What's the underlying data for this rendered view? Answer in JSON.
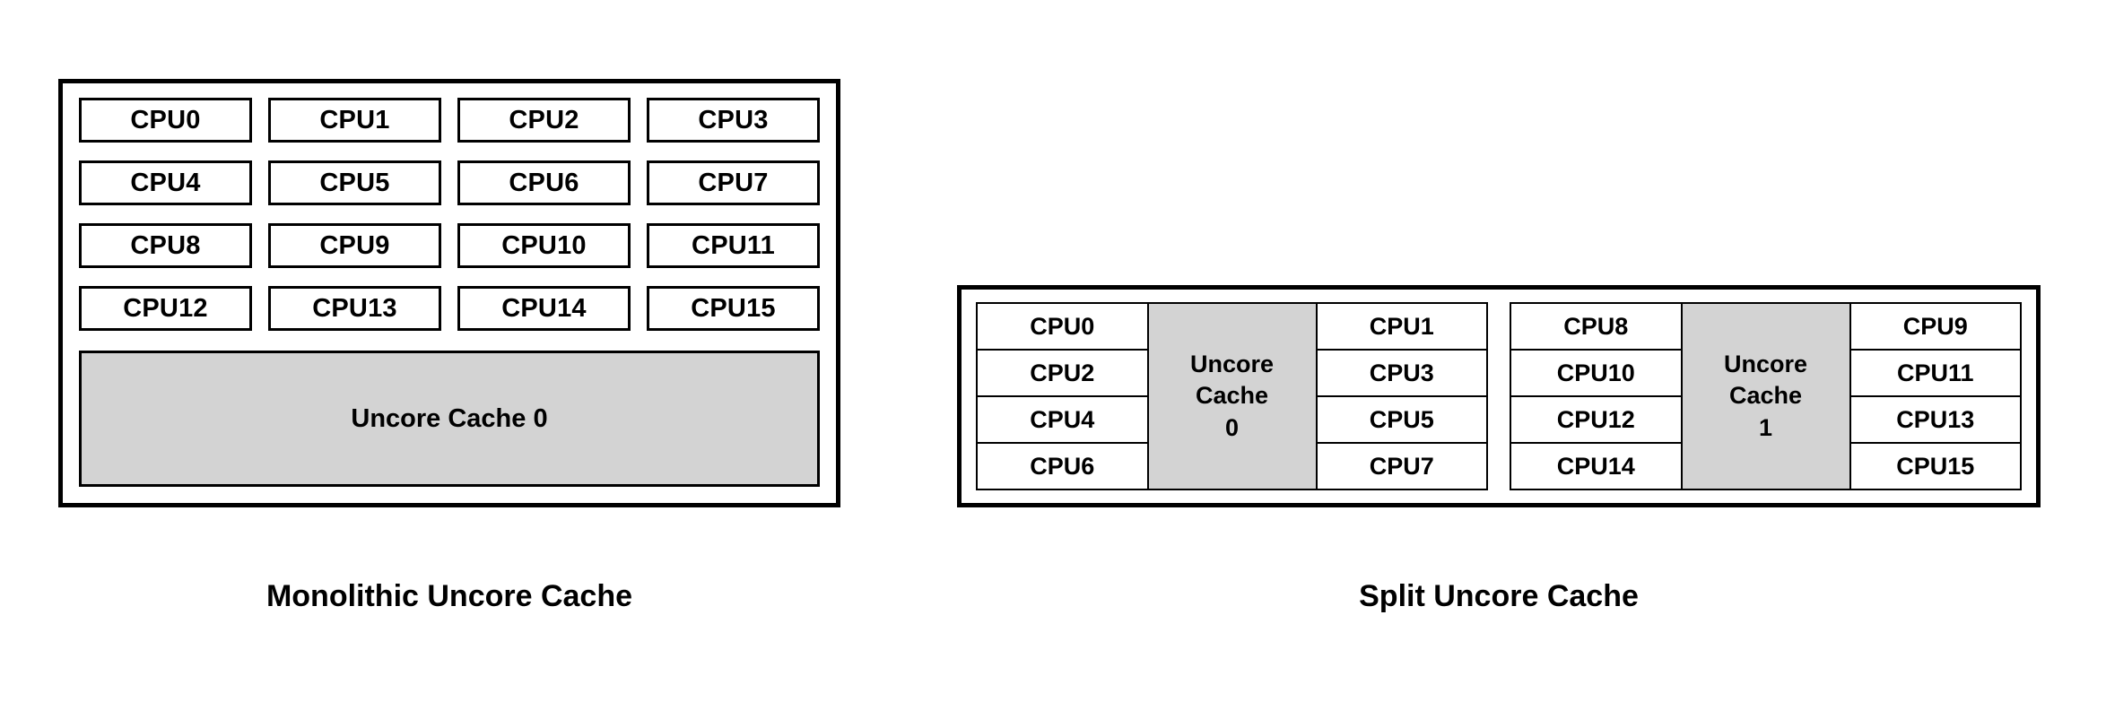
{
  "colors": {
    "background": "#ffffff",
    "outline": "#000000",
    "cache_fill": "#d3d3d3",
    "text": "#000000"
  },
  "monolithic": {
    "caption": "Monolithic Uncore Cache",
    "cpu_rows": [
      [
        "CPU0",
        "CPU1",
        "CPU2",
        "CPU3"
      ],
      [
        "CPU4",
        "CPU5",
        "CPU6",
        "CPU7"
      ],
      [
        "CPU8",
        "CPU9",
        "CPU10",
        "CPU11"
      ],
      [
        "CPU12",
        "CPU13",
        "CPU14",
        "CPU15"
      ]
    ],
    "uncore_cache_label": "Uncore Cache 0"
  },
  "split": {
    "caption": "Split Uncore Cache",
    "groups": [
      {
        "left_cpus": [
          "CPU0",
          "CPU2",
          "CPU4",
          "CPU6"
        ],
        "uncore_lines": [
          "Uncore",
          "Cache",
          "0"
        ],
        "right_cpus": [
          "CPU1",
          "CPU3",
          "CPU5",
          "CPU7"
        ]
      },
      {
        "left_cpus": [
          "CPU8",
          "CPU10",
          "CPU12",
          "CPU14"
        ],
        "uncore_lines": [
          "Uncore",
          "Cache",
          "1"
        ],
        "right_cpus": [
          "CPU9",
          "CPU11",
          "CPU13",
          "CPU15"
        ]
      }
    ]
  }
}
